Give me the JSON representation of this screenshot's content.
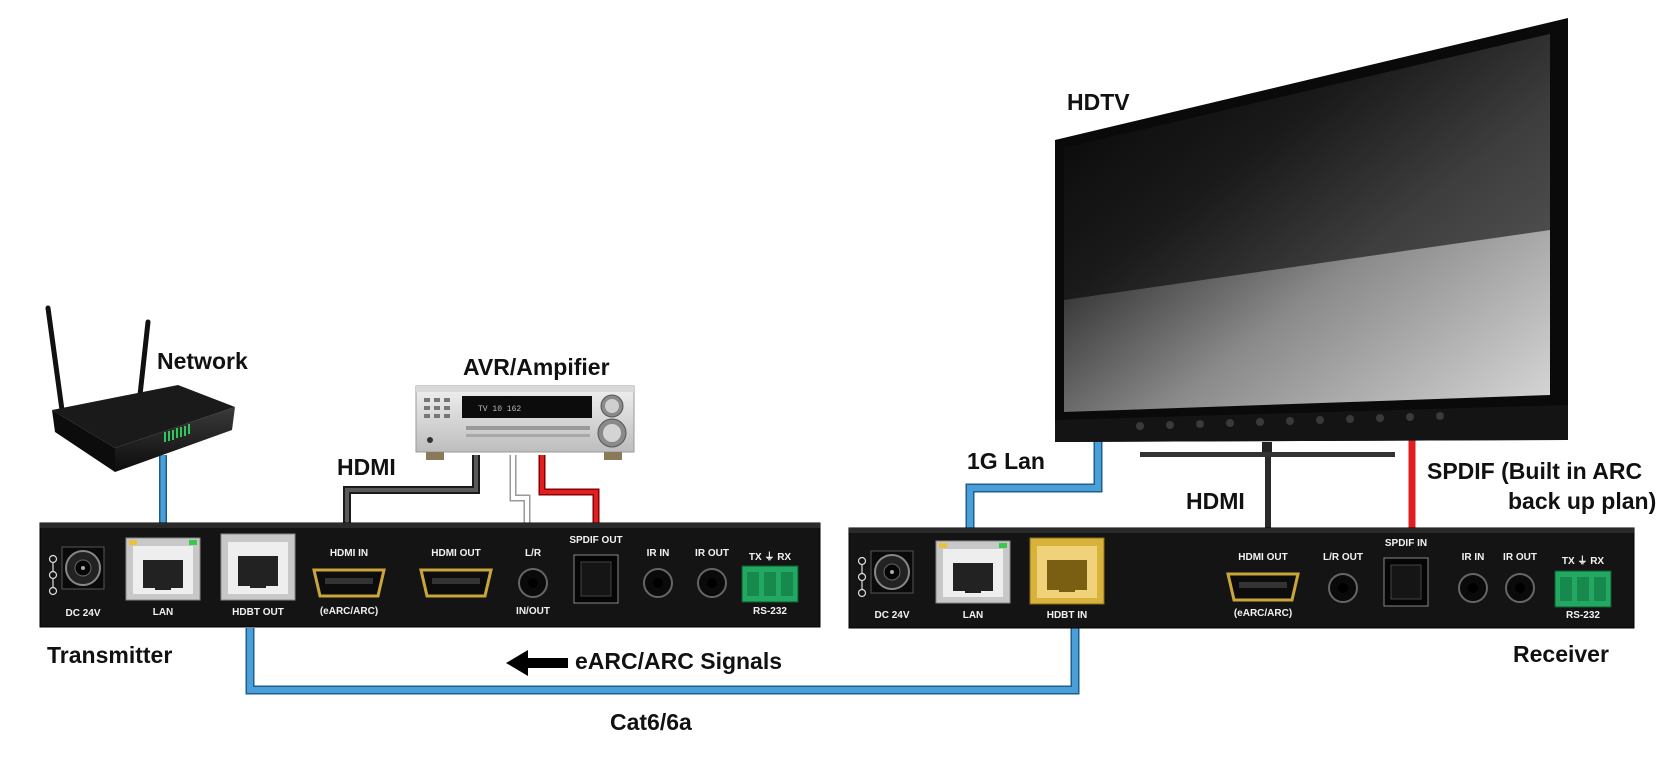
{
  "labels": {
    "network": "Network",
    "avr": "AVR/Ampifier",
    "hdtv": "HDTV",
    "hdmi_left": "HDMI",
    "lan_right": "1G Lan",
    "spdif_line1": "SPDIF (Built in ARC",
    "spdif_line2": "back up plan)",
    "hdmi_right": "HDMI",
    "transmitter": "Transmitter",
    "receiver": "Receiver",
    "signal": "eARC/ARC Signals",
    "cable": "Cat6/6a"
  },
  "transmitter_ports": {
    "dc": "DC 24V",
    "lan": "LAN",
    "hdbt": "HDBT OUT",
    "hdmi_in": "HDMI IN",
    "hdmi_in_sub": "(eARC/ARC)",
    "hdmi_out": "HDMI OUT",
    "lr": "L/R",
    "lr_sub": "IN/OUT",
    "spdif": "SPDIF OUT",
    "ir_in": "IR IN",
    "ir_out": "IR OUT",
    "txrx": "TX ⏚ RX",
    "rs232": "RS-232"
  },
  "receiver_ports": {
    "dc": "DC 24V",
    "lan": "LAN",
    "hdbt": "HDBT IN",
    "hdmi_out": "HDMI OUT",
    "hdmi_out_sub": "(eARC/ARC)",
    "lr": "L/R OUT",
    "spdif": "SPDIF IN",
    "ir_in": "IR IN",
    "ir_out": "IR OUT",
    "txrx": "TX ⏚ RX",
    "rs232": "RS-232"
  },
  "avr_display": "TV 10 162",
  "colors": {
    "cat_cable": "#4a9fd8",
    "hdmi_cable": "#3a3a3a",
    "spdif_cable": "#e02020",
    "device_body": "#121212",
    "rj45_gold": "#d8b23a"
  }
}
